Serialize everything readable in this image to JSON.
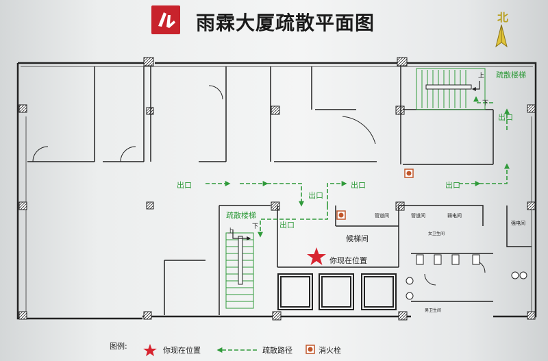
{
  "title": "雨霖大厦疏散平面图",
  "north": "北",
  "map": {
    "exit": "出口",
    "stair": "疏散楼梯",
    "up": "上",
    "down": "下",
    "lobby": "候梯间",
    "you_are_here": "你现在位置",
    "pipe_room": "管道间",
    "weak_room": "弱电间",
    "strong_room": "强电间",
    "wc_female": "女卫生间",
    "wc_male": "男卫生间"
  },
  "legend": {
    "title": "图例:",
    "star_label": "你现在位置",
    "route_label": "疏散路径",
    "hydrant_label": "消火栓"
  },
  "colors": {
    "route": "#2f9a3a",
    "star": "#d7242f",
    "logo": "#c8232c",
    "hydrant": "#c0562a",
    "wall": "#222222"
  }
}
